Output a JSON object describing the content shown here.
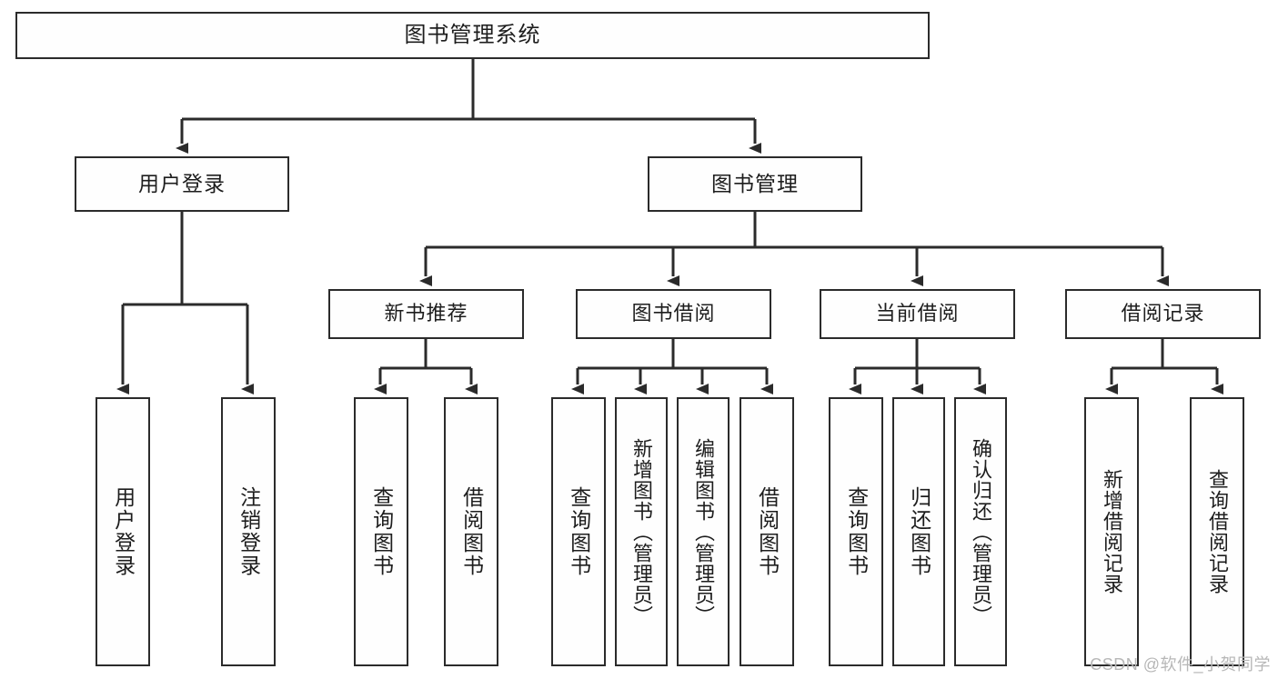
{
  "diagram": {
    "title": "图书管理系统",
    "type": "hierarchy-tree",
    "background_color": "#ffffff",
    "line_color": "#2b2b2b",
    "box_border_color": "#2b2b2b",
    "box_fill_color": "#fefefe",
    "text_color": "#1d1d1d"
  },
  "root": {
    "label": "图书管理系统"
  },
  "level2": [
    {
      "label": "用户登录"
    },
    {
      "label": "图书管理"
    }
  ],
  "level3": [
    {
      "label": "新书推荐"
    },
    {
      "label": "图书借阅"
    },
    {
      "label": "当前借阅"
    },
    {
      "label": "借阅记录"
    }
  ],
  "leaves": [
    {
      "label": "用户登录",
      "parent": "用户登录"
    },
    {
      "label": "注销登录",
      "parent": "用户登录"
    },
    {
      "label": "查询图书",
      "parent": "新书推荐"
    },
    {
      "label": "借阅图书",
      "parent": "新书推荐"
    },
    {
      "label": "查询图书",
      "parent": "图书借阅"
    },
    {
      "label": "新增图书（管理员）",
      "parent": "图书借阅"
    },
    {
      "label": "编辑图书（管理员）",
      "parent": "图书借阅"
    },
    {
      "label": "借阅图书",
      "parent": "图书借阅"
    },
    {
      "label": "查询图书",
      "parent": "当前借阅"
    },
    {
      "label": "归还图书",
      "parent": "当前借阅"
    },
    {
      "label": "确认归还（管理员）",
      "parent": "当前借阅"
    },
    {
      "label": "新增借阅记录",
      "parent": "借阅记录"
    },
    {
      "label": "查询借阅记录",
      "parent": "借阅记录"
    }
  ],
  "watermark": {
    "text": "CSDN @软件_小贺同学"
  }
}
